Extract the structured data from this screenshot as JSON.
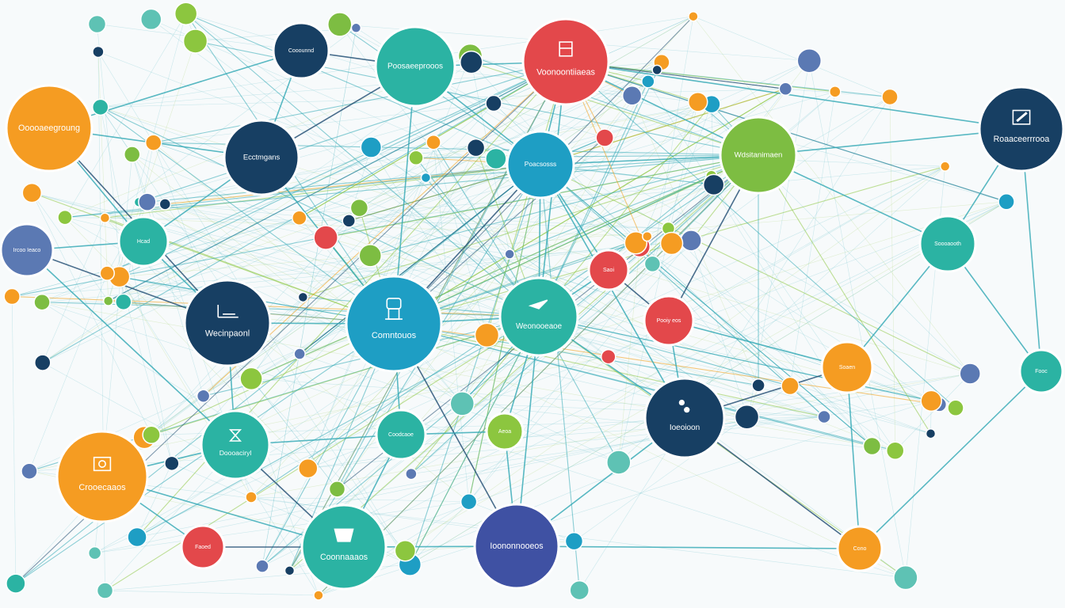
{
  "palette": {
    "navy": "#173f63",
    "teal": "#2bb3a3",
    "cyan": "#1e9ec4",
    "orange": "#f59c22",
    "red": "#e3484b",
    "green": "#7dbd42",
    "blue": "#3f51a3",
    "slate": "#5b79b3",
    "mint": "#5ec2b4",
    "lime": "#8cc63f",
    "edge_teal": "#2fa7b4",
    "edge_green": "#8cc63f",
    "edge_orange": "#f39c12",
    "edge_navy": "#1d4a70",
    "background": "#f7fafb"
  },
  "nodes": [
    {
      "id": "n01",
      "label": "Cooounnd",
      "icon": "",
      "color": "navy"
    },
    {
      "id": "n02",
      "label": "Poosaeeprooos",
      "icon": "",
      "color": "teal"
    },
    {
      "id": "n03",
      "label": "Voonoontiiaeas",
      "icon": "window-icon",
      "color": "red"
    },
    {
      "id": "n04",
      "label": "Ooooaeegroung",
      "icon": "",
      "color": "orange"
    },
    {
      "id": "n05",
      "label": "Ecctmgans",
      "icon": "",
      "color": "navy"
    },
    {
      "id": "n06",
      "label": "Poacsosss",
      "icon": "",
      "color": "cyan"
    },
    {
      "id": "n07",
      "label": "Wdsitanimaen",
      "icon": "",
      "color": "green"
    },
    {
      "id": "n08",
      "label": "Roaaceerrrooa",
      "icon": "pen-icon",
      "color": "navy"
    },
    {
      "id": "n09",
      "label": "Hcad",
      "icon": "",
      "color": "teal"
    },
    {
      "id": "n10",
      "label": "Ircoo Ieaco",
      "icon": "",
      "color": "slate"
    },
    {
      "id": "n11",
      "label": "Wecinpaonl",
      "icon": "desk-icon",
      "color": "navy"
    },
    {
      "id": "n12",
      "label": "Comntouos",
      "icon": "kiosk-icon",
      "color": "cyan"
    },
    {
      "id": "n13",
      "label": "Weonooeaoe",
      "icon": "bird-icon",
      "color": "teal"
    },
    {
      "id": "n14",
      "label": "Saoi",
      "icon": "",
      "color": "red"
    },
    {
      "id": "n15",
      "label": "Pooiy eos",
      "icon": "",
      "color": "red"
    },
    {
      "id": "n16",
      "label": "Soooaooth",
      "icon": "",
      "color": "teal"
    },
    {
      "id": "n17",
      "label": "Soaen",
      "icon": "",
      "color": "orange"
    },
    {
      "id": "n18",
      "label": "Fooc",
      "icon": "",
      "color": "teal"
    },
    {
      "id": "n19",
      "label": "Doooaciryl",
      "icon": "hourglass-icon",
      "color": "teal"
    },
    {
      "id": "n20",
      "label": "Coodcaoe",
      "icon": "",
      "color": "teal"
    },
    {
      "id": "n21",
      "label": "Aeoa",
      "icon": "",
      "color": "lime"
    },
    {
      "id": "n22",
      "label": "Ioeoioon",
      "icon": "dots-icon",
      "color": "navy"
    },
    {
      "id": "n23",
      "label": "Crooecaaos",
      "icon": "printer-icon",
      "color": "orange"
    },
    {
      "id": "n24",
      "label": "Coonnaaaos",
      "icon": "tray-icon",
      "color": "teal"
    },
    {
      "id": "n25",
      "label": "Ioononnooeos",
      "icon": "",
      "color": "blue"
    },
    {
      "id": "n26",
      "label": "Faoed",
      "icon": "",
      "color": "red"
    },
    {
      "id": "n27",
      "label": "Cono",
      "icon": "",
      "color": "orange"
    }
  ],
  "edges": [
    [
      "n01",
      "n02"
    ],
    [
      "n01",
      "n05"
    ],
    [
      "n01",
      "n04"
    ],
    [
      "n02",
      "n03"
    ],
    [
      "n02",
      "n06"
    ],
    [
      "n02",
      "n05"
    ],
    [
      "n03",
      "n06"
    ],
    [
      "n03",
      "n07"
    ],
    [
      "n03",
      "n08"
    ],
    [
      "n04",
      "n05"
    ],
    [
      "n04",
      "n11"
    ],
    [
      "n04",
      "n09"
    ],
    [
      "n05",
      "n12"
    ],
    [
      "n05",
      "n09"
    ],
    [
      "n06",
      "n13"
    ],
    [
      "n06",
      "n12"
    ],
    [
      "n06",
      "n07"
    ],
    [
      "n06",
      "n14"
    ],
    [
      "n07",
      "n08"
    ],
    [
      "n07",
      "n16"
    ],
    [
      "n07",
      "n15"
    ],
    [
      "n08",
      "n16"
    ],
    [
      "n08",
      "n18"
    ],
    [
      "n09",
      "n10"
    ],
    [
      "n09",
      "n11"
    ],
    [
      "n10",
      "n11"
    ],
    [
      "n11",
      "n12"
    ],
    [
      "n11",
      "n19"
    ],
    [
      "n12",
      "n13"
    ],
    [
      "n12",
      "n20"
    ],
    [
      "n12",
      "n25"
    ],
    [
      "n13",
      "n14"
    ],
    [
      "n13",
      "n21"
    ],
    [
      "n13",
      "n22"
    ],
    [
      "n13",
      "n25"
    ],
    [
      "n14",
      "n15"
    ],
    [
      "n15",
      "n17"
    ],
    [
      "n15",
      "n22"
    ],
    [
      "n16",
      "n17"
    ],
    [
      "n16",
      "n18"
    ],
    [
      "n17",
      "n22"
    ],
    [
      "n17",
      "n27"
    ],
    [
      "n18",
      "n27"
    ],
    [
      "n19",
      "n20"
    ],
    [
      "n19",
      "n23"
    ],
    [
      "n19",
      "n24"
    ],
    [
      "n20",
      "n21"
    ],
    [
      "n20",
      "n24"
    ],
    [
      "n21",
      "n25"
    ],
    [
      "n22",
      "n25"
    ],
    [
      "n22",
      "n27"
    ],
    [
      "n23",
      "n24"
    ],
    [
      "n23",
      "n26"
    ],
    [
      "n24",
      "n25"
    ],
    [
      "n25",
      "n27"
    ],
    [
      "n26",
      "n24"
    ],
    [
      "n03",
      "n13"
    ],
    [
      "n02",
      "n12"
    ],
    [
      "n06",
      "n22"
    ],
    [
      "n10",
      "n19"
    ]
  ]
}
